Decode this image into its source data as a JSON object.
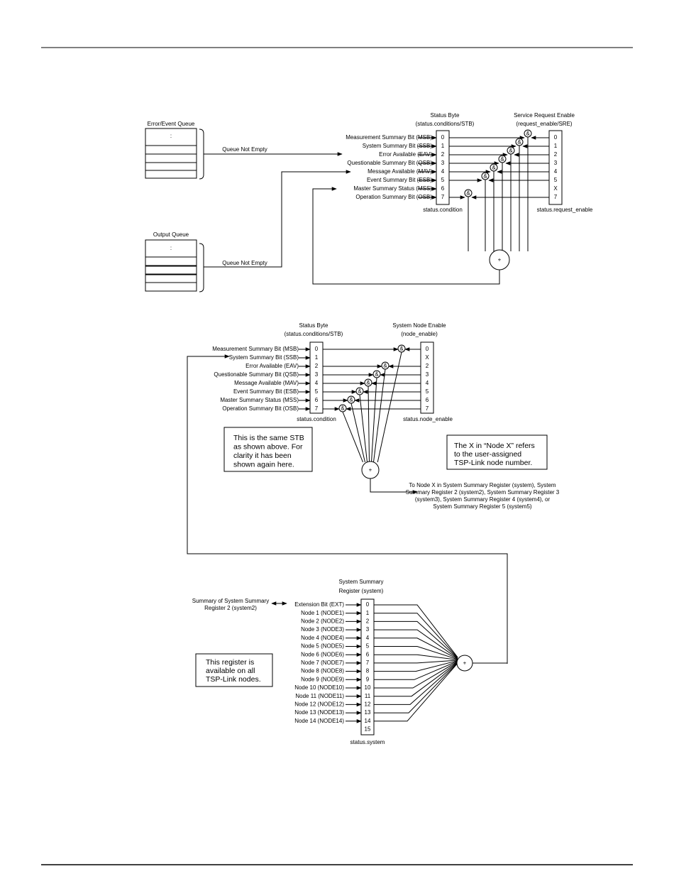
{
  "queues": {
    "error_event": {
      "title": "Error/Event Queue",
      "dots": ":",
      "label": "Queue Not Empty"
    },
    "output": {
      "title": "Output Queue",
      "dots": ":",
      "label": "Queue Not Empty"
    }
  },
  "status_byte_top": {
    "title": "Status Byte",
    "subtitle": "(status.conditions/STB)",
    "footer": "status.condition",
    "bits": [
      {
        "name": "Measurement Summary Bit (MSB)",
        "num": "0"
      },
      {
        "name": "System Summary Bit (SSB)",
        "num": "1"
      },
      {
        "name": "Error Available (EAV)",
        "num": "2"
      },
      {
        "name": "Questionable Summary Bit (QSB)",
        "num": "3"
      },
      {
        "name": "Message Available (MAV)",
        "num": "4"
      },
      {
        "name": "Event Summary Bit (ESB)",
        "num": "5"
      },
      {
        "name": "Master Summary Status (MSS)",
        "num": "6"
      },
      {
        "name": "Operation Summary Bit (OSB)",
        "num": "7"
      }
    ]
  },
  "service_request_enable": {
    "title": "Service Request Enable",
    "subtitle": "(request_enable/SRE)",
    "footer": "status.request_enable",
    "nums": [
      "0",
      "1",
      "2",
      "3",
      "4",
      "5",
      "X",
      "7"
    ]
  },
  "status_byte_mid": {
    "title": "Status Byte",
    "subtitle": "(status.conditions/STB)",
    "footer": "status.condition",
    "bits": [
      {
        "name": "Measurement Summary Bit (MSB)",
        "num": "0"
      },
      {
        "name": "System Summary Bit (SSB)",
        "num": "1"
      },
      {
        "name": "Error Available (EAV)",
        "num": "2"
      },
      {
        "name": "Questionable Summary Bit (QSB)",
        "num": "3"
      },
      {
        "name": "Message Available (MAV)",
        "num": "4"
      },
      {
        "name": "Event Summary Bit (ESB)",
        "num": "5"
      },
      {
        "name": "Master Summary Status (MSS)",
        "num": "6"
      },
      {
        "name": "Operation Summary Bit (OSB)",
        "num": "7"
      }
    ]
  },
  "system_node_enable": {
    "title": "System Node Enable",
    "subtitle": "(node_enable)",
    "footer": "status.node_enable",
    "nums": [
      "0",
      "X",
      "2",
      "3",
      "4",
      "5",
      "6",
      "7"
    ]
  },
  "symbols": {
    "and": "&",
    "or": "+"
  },
  "notes": {
    "same_stb": [
      "This is the same STB",
      "as shown above. For",
      "clarity it has been",
      "shown again here."
    ],
    "node_x": [
      "The X in “Node X” refers",
      "to the user-assigned",
      "TSP-Link node number."
    ],
    "register_available": [
      "This register is",
      "available on all",
      "TSP-Link nodes."
    ]
  },
  "to_node_text": [
    "To Node X in System Summary Register (system), System",
    "Summary Register 2 (system2), System Summary Register 3",
    "(system3), System Summary Register 4 (system4), or",
    "System Summary Register 5 (system5)"
  ],
  "system_summary": {
    "title": "System Summary",
    "subtitle": "Register (system)",
    "footer": "status.system",
    "link_label": [
      "Summary of System Summary",
      "Register 2 (system2)"
    ],
    "bits": [
      {
        "name": "Extension Bit (EXT)",
        "num": "0"
      },
      {
        "name": "Node 1 (NODE1)",
        "num": "1"
      },
      {
        "name": "Node 2 (NODE2)",
        "num": "2"
      },
      {
        "name": "Node 3 (NODE3)",
        "num": "3"
      },
      {
        "name": "Node 4 (NODE4)",
        "num": "4"
      },
      {
        "name": "Node 5 (NODE5)",
        "num": "5"
      },
      {
        "name": "Node 6 (NODE6)",
        "num": "6"
      },
      {
        "name": "Node 7 (NODE7)",
        "num": "7"
      },
      {
        "name": "Node 8 (NODE8)",
        "num": "8"
      },
      {
        "name": "Node 9 (NODE9)",
        "num": "9"
      },
      {
        "name": "Node 10 (NODE10)",
        "num": "10"
      },
      {
        "name": "Node 11 (NODE11)",
        "num": "11"
      },
      {
        "name": "Node 12 (NODE12)",
        "num": "12"
      },
      {
        "name": "Node 13 (NODE13)",
        "num": "13"
      },
      {
        "name": "Node 14 (NODE14)",
        "num": "14"
      },
      {
        "name": "",
        "num": "15"
      }
    ]
  }
}
